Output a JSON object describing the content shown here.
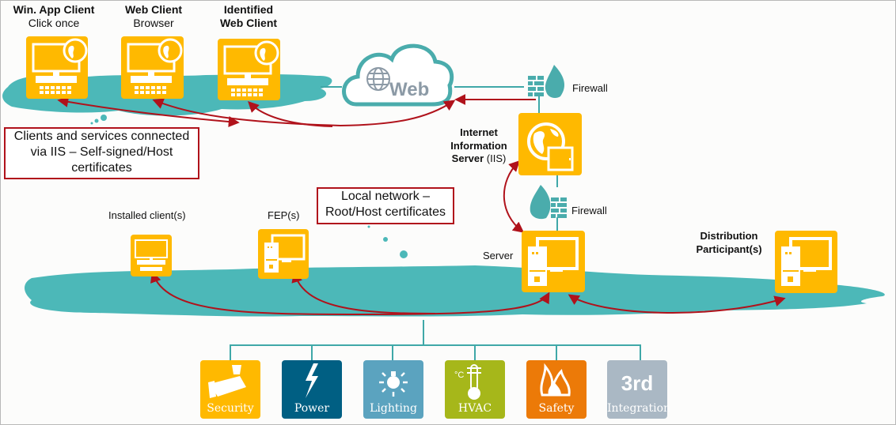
{
  "clients": [
    {
      "title": "Win. App Client",
      "subtitle": "Click once"
    },
    {
      "title": "Web Client",
      "subtitle": "Browser"
    },
    {
      "title": "Identified",
      "subtitle": "Web Client"
    }
  ],
  "web_cloud": {
    "label": "Web"
  },
  "firewall_top": {
    "label": "Firewall"
  },
  "firewall_bottom": {
    "label": "Firewall"
  },
  "iis": {
    "line1": "Internet",
    "line2": "Information",
    "line3_bold": "Server",
    "line3_extra": " (IIS)"
  },
  "notes": {
    "iis_note": [
      "Clients and services connected",
      "via IIS – Self-signed/Host",
      "certificates"
    ],
    "local_note": [
      "Local network –",
      "Root/Host certificates"
    ]
  },
  "local_nodes": {
    "installed": "Installed client(s)",
    "fep": "FEP(s)",
    "server": "Server",
    "distribution": [
      "Distribution",
      "Participant(s)"
    ]
  },
  "subsystems": [
    {
      "label": "Security",
      "icon": "security-camera-icon",
      "color": "#ffb900"
    },
    {
      "label": "Power",
      "icon": "lightning-bolt-icon",
      "color": "#005f83"
    },
    {
      "label": "Lighting",
      "icon": "light-bulb-icon",
      "color": "#5ba3bf"
    },
    {
      "label": "HVAC",
      "icon": "thermometer-icon",
      "color": "#a6b71a"
    },
    {
      "label": "Safety",
      "icon": "fire-icon",
      "color": "#ec7a08"
    },
    {
      "label": "Integration",
      "icon": "third-party-icon",
      "icon_text": "3rd",
      "color": "#aab8c4"
    }
  ],
  "colors": {
    "accent": "#ffb900",
    "cloud": "#4cb8b8",
    "arrow": "#b0121b",
    "line": "#3fa8a8"
  }
}
